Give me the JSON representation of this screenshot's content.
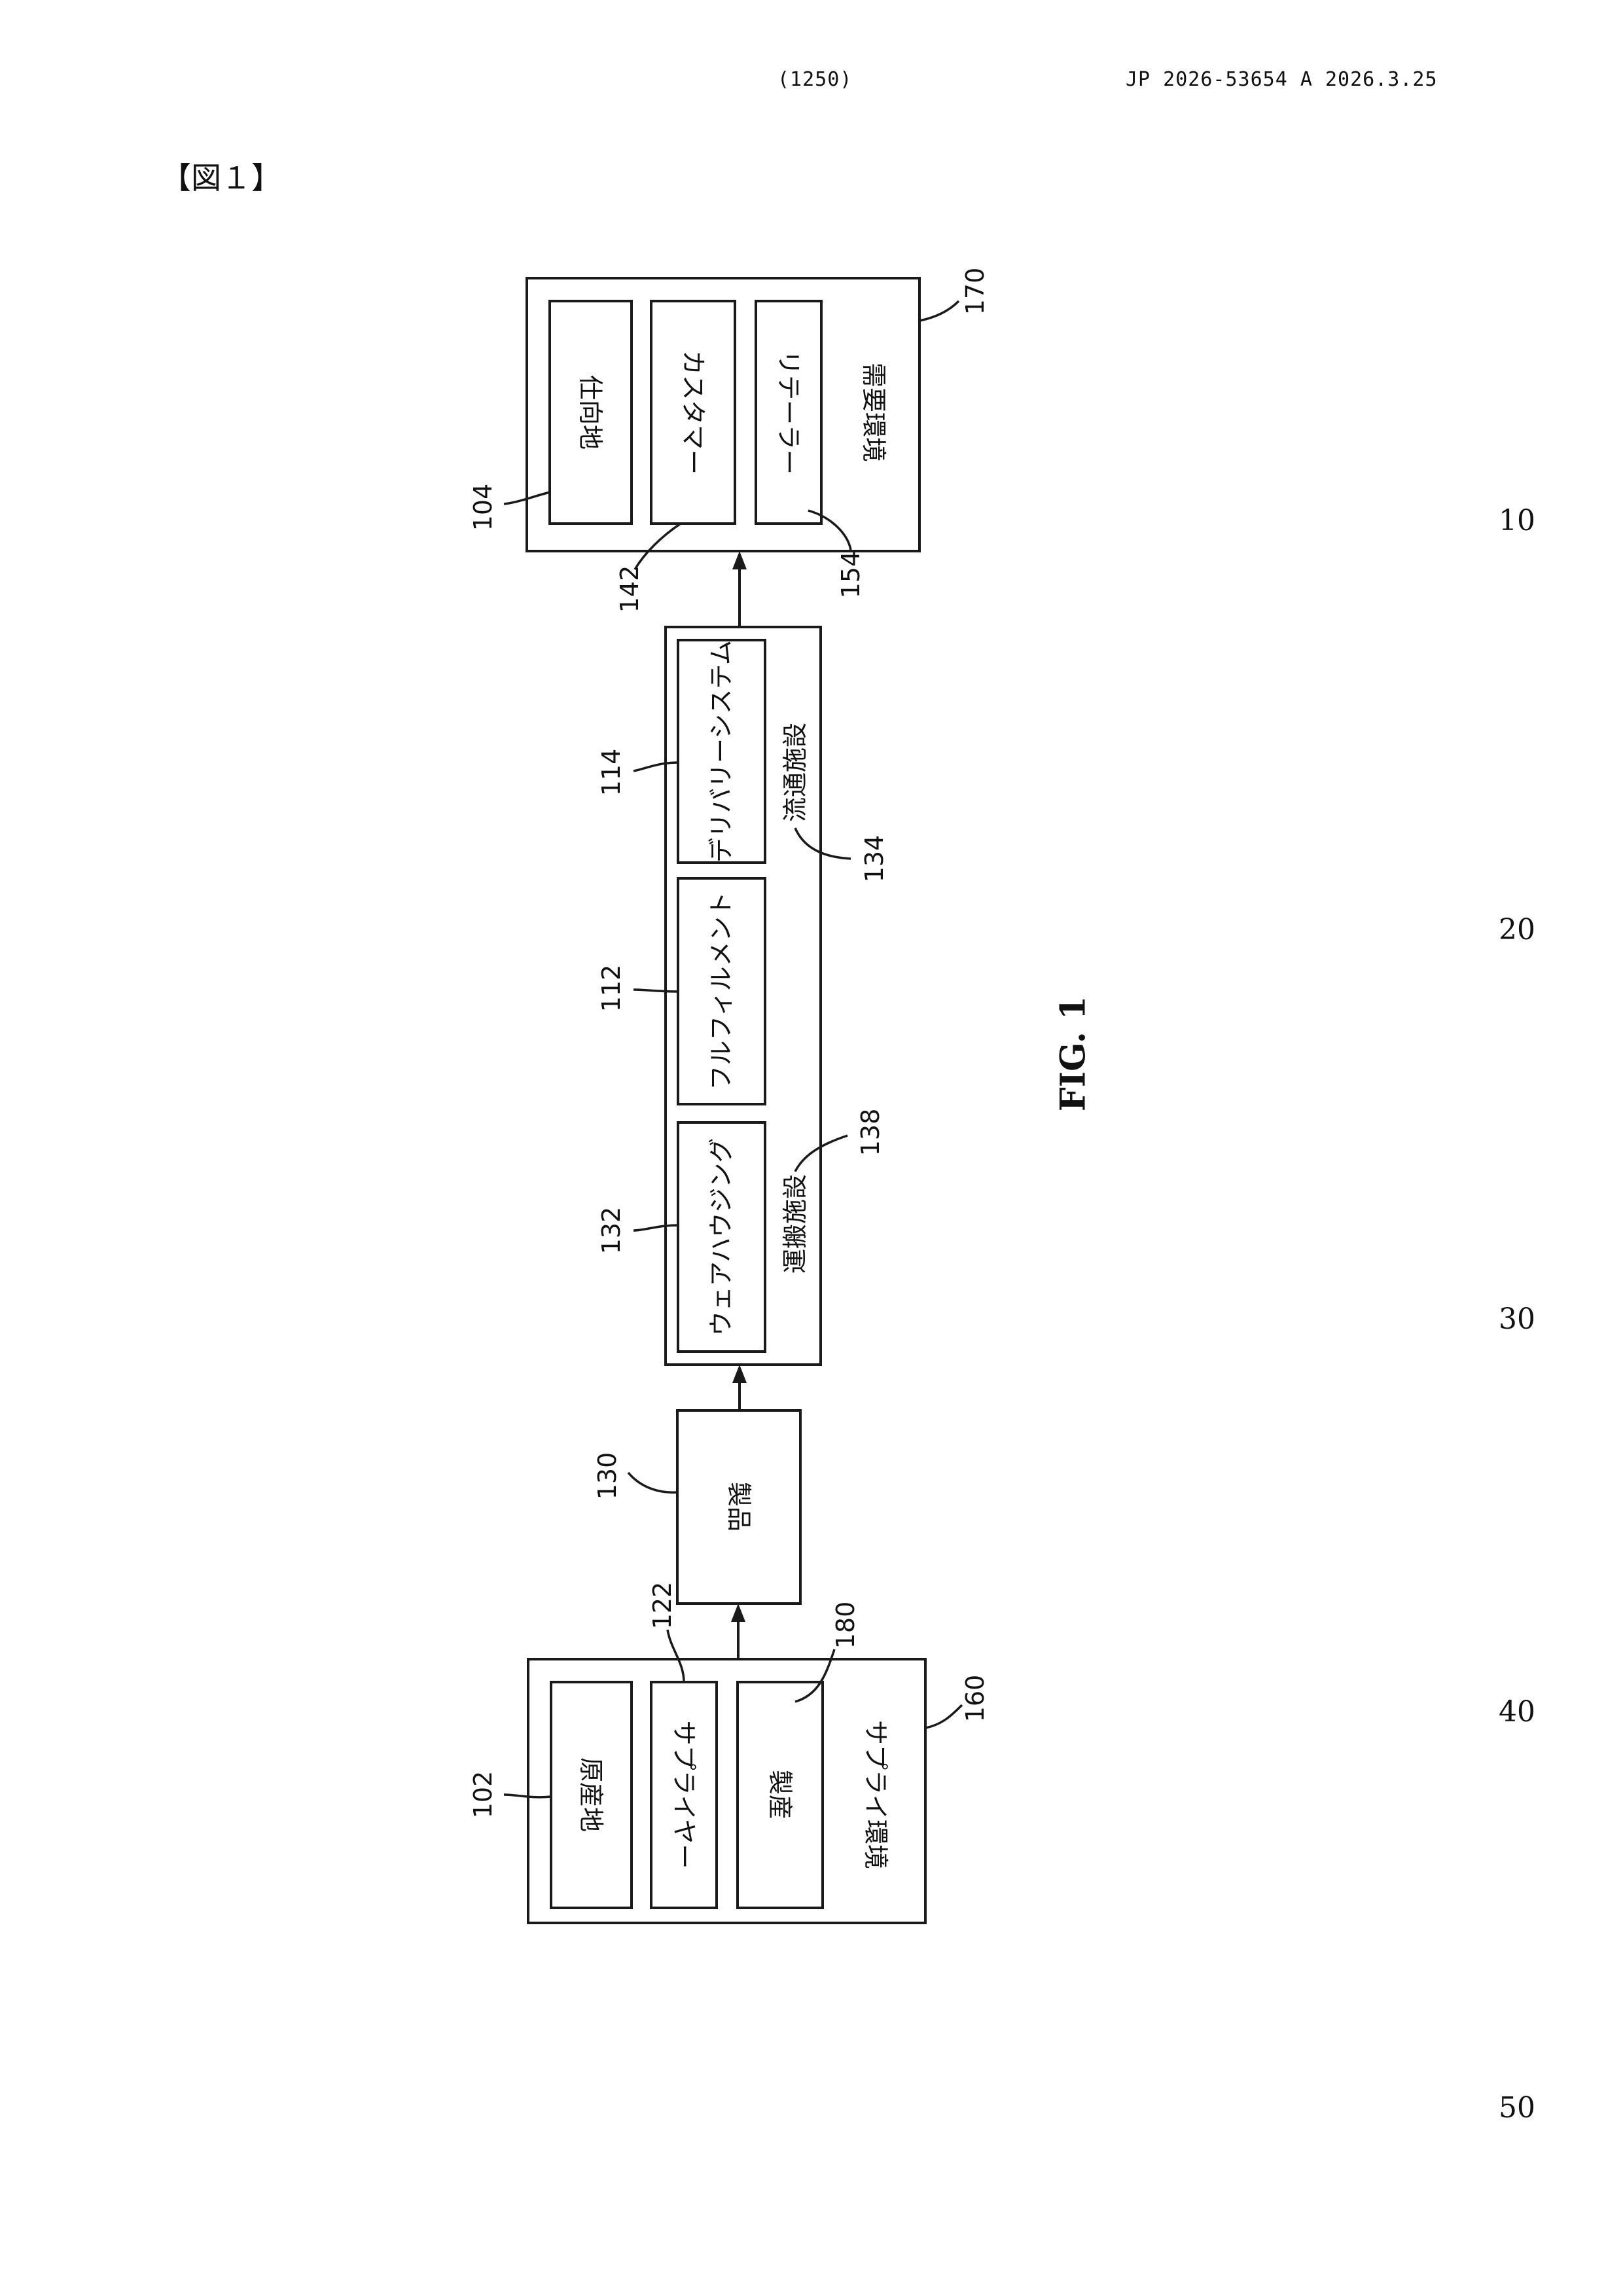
{
  "header": {
    "page_no": "(1250)",
    "publication": "JP  2026-53654  A  2026.3.25"
  },
  "figure_label": "【図１】",
  "line_numbers": [
    "10",
    "20",
    "30",
    "40",
    "50"
  ],
  "figure": {
    "caption": "FIG. 1",
    "supply": {
      "title": "サプライ環境",
      "ref": "160",
      "origin": "原産地",
      "origin_ref": "102",
      "supplier": "サプライヤー",
      "supplier_ref": "122",
      "production": "製産",
      "production_ref": "180"
    },
    "product": {
      "label": "製品",
      "ref": "130"
    },
    "distribution": {
      "transport": "運搬施設",
      "transport_ref": "138",
      "facility": "流通施設",
      "facility_ref": "134",
      "warehousing": "ウェアハウジング",
      "warehousing_ref": "132",
      "fulfillment": "フルフィルメント",
      "fulfillment_ref": "112",
      "delivery": "デリバリーシステム",
      "delivery_ref": "114"
    },
    "demand": {
      "title": "需要環境",
      "ref": "170",
      "destination": "仕向地",
      "destination_ref": "104",
      "customer": "カスタマー",
      "customer_ref": "142",
      "retailer": "リテーラー",
      "retailer_ref": "154"
    }
  }
}
